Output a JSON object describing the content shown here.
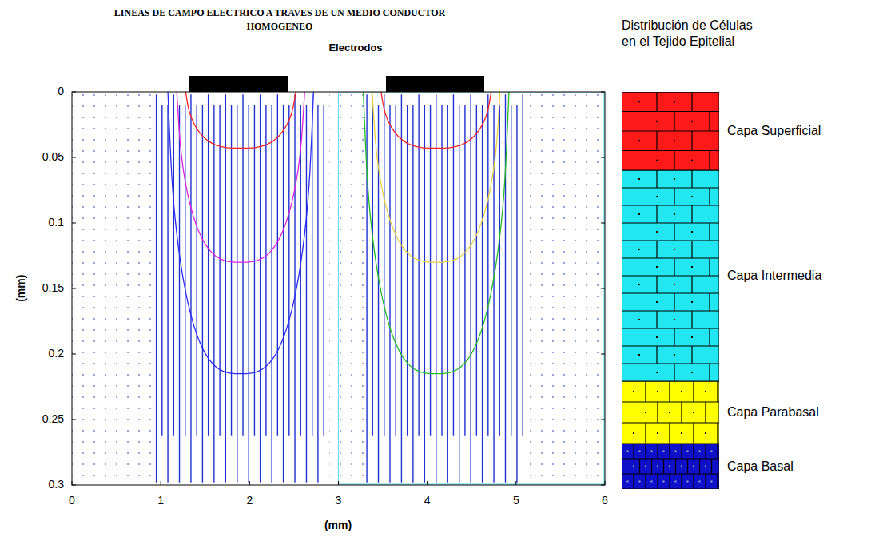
{
  "diagram": {
    "title": "LINEAS DE CAMPO ELECTRICO A TRAVES DE UN MEDIO CONDUCTOR HOMOGENEO",
    "nodes": [
      {
        "text": [
          "Capa Superficial"
        ]
      },
      {
        "text": [
          "Capa Intermedia"
        ]
      },
      {
        "text": [
          "Capa Parabasal"
        ]
      },
      {
        "text": [
          "Capa Basal"
        ]
      }
    ],
    "labels": [
      "Electrodos",
      "0",
      "0.05",
      "0.1",
      "0.15",
      "0.2",
      "0.25",
      "0.3",
      "(mm)",
      "0",
      "1",
      "2",
      "3",
      "4",
      "5",
      "6",
      "(mm)",
      "Distribución de Células en el Tejido Epitelial"
    ]
  }
}
